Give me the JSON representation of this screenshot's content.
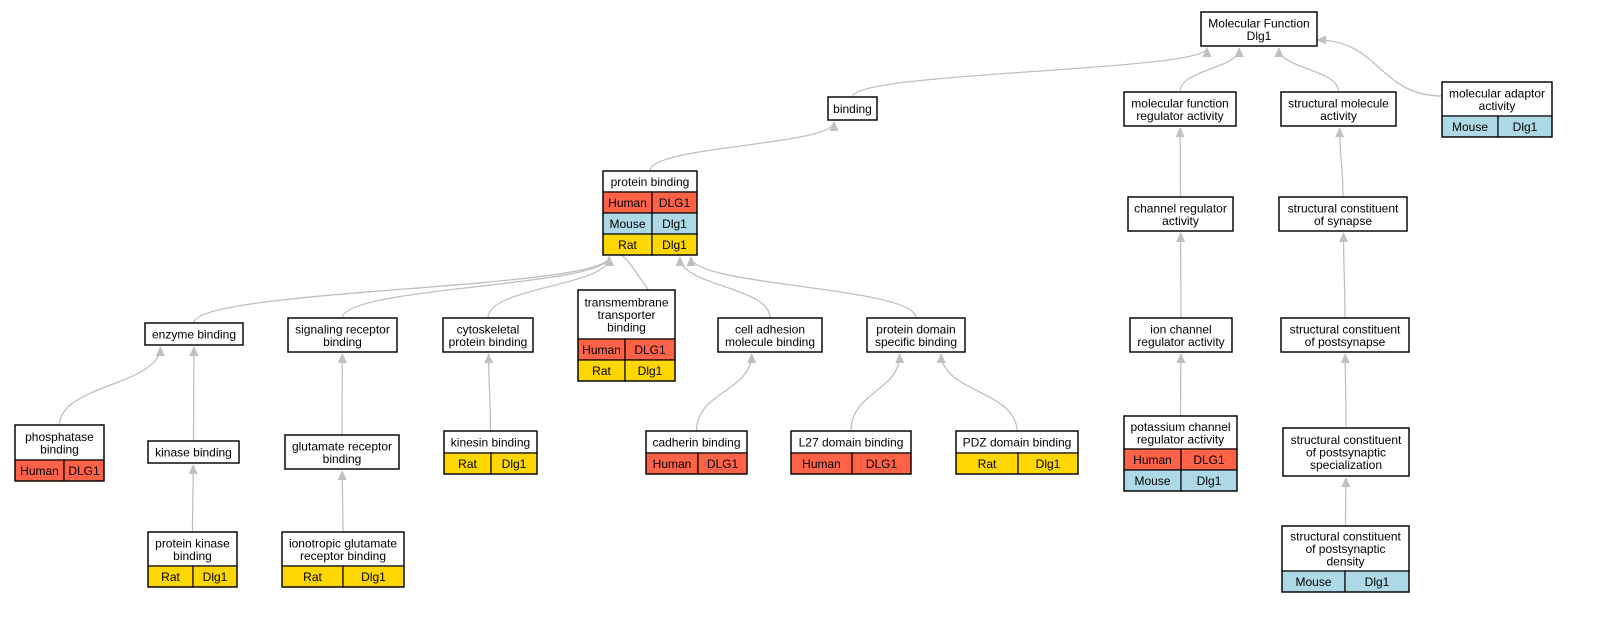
{
  "colors": {
    "human": "#ff6347",
    "mouse": "#add8e6",
    "rat": "#ffd700",
    "edge": "#c0c0c0",
    "border": "#000000",
    "background": "#ffffff"
  },
  "nodes": [
    {
      "id": "mf",
      "lines": [
        "Molecular Function",
        "Dlg1"
      ],
      "rows": []
    },
    {
      "id": "binding",
      "lines": [
        "binding"
      ],
      "rows": []
    },
    {
      "id": "mfra",
      "lines": [
        "molecular function",
        "regulator activity"
      ],
      "rows": []
    },
    {
      "id": "sma",
      "lines": [
        "structural molecule",
        "activity"
      ],
      "rows": []
    },
    {
      "id": "maa",
      "lines": [
        "molecular adaptor",
        "activity"
      ],
      "rows": [
        [
          "Mouse",
          "Dlg1"
        ]
      ]
    },
    {
      "id": "pb",
      "lines": [
        "protein binding"
      ],
      "rows": [
        [
          "Human",
          "DLG1"
        ],
        [
          "Mouse",
          "Dlg1"
        ],
        [
          "Rat",
          "Dlg1"
        ]
      ]
    },
    {
      "id": "cra",
      "lines": [
        "channel regulator",
        "activity"
      ],
      "rows": []
    },
    {
      "id": "scs",
      "lines": [
        "structural constituent",
        "of synapse"
      ],
      "rows": []
    },
    {
      "id": "eb",
      "lines": [
        "enzyme binding"
      ],
      "rows": []
    },
    {
      "id": "srb",
      "lines": [
        "signaling receptor",
        "binding"
      ],
      "rows": []
    },
    {
      "id": "cpb",
      "lines": [
        "cytoskeletal",
        "protein binding"
      ],
      "rows": []
    },
    {
      "id": "ttb",
      "lines": [
        "transmembrane",
        "transporter",
        "binding"
      ],
      "rows": [
        [
          "Human",
          "DLG1"
        ],
        [
          "Rat",
          "Dlg1"
        ]
      ]
    },
    {
      "id": "camb",
      "lines": [
        "cell adhesion",
        "molecule binding"
      ],
      "rows": []
    },
    {
      "id": "pdsb",
      "lines": [
        "protein domain",
        "specific binding"
      ],
      "rows": []
    },
    {
      "id": "icra",
      "lines": [
        "ion channel",
        "regulator activity"
      ],
      "rows": []
    },
    {
      "id": "scp",
      "lines": [
        "structural constituent",
        "of postsynapse"
      ],
      "rows": []
    },
    {
      "id": "phb",
      "lines": [
        "phosphatase",
        "binding"
      ],
      "rows": [
        [
          "Human",
          "DLG1"
        ]
      ]
    },
    {
      "id": "kb",
      "lines": [
        "kinase binding"
      ],
      "rows": []
    },
    {
      "id": "grb",
      "lines": [
        "glutamate receptor",
        "binding"
      ],
      "rows": []
    },
    {
      "id": "kib",
      "lines": [
        "kinesin binding"
      ],
      "rows": [
        [
          "Rat",
          "Dlg1"
        ]
      ]
    },
    {
      "id": "cb",
      "lines": [
        "cadherin binding"
      ],
      "rows": [
        [
          "Human",
          "DLG1"
        ]
      ]
    },
    {
      "id": "l27",
      "lines": [
        "L27 domain binding"
      ],
      "rows": [
        [
          "Human",
          "DLG1"
        ]
      ]
    },
    {
      "id": "pdz",
      "lines": [
        "PDZ domain binding"
      ],
      "rows": [
        [
          "Rat",
          "Dlg1"
        ]
      ]
    },
    {
      "id": "kcra",
      "lines": [
        "potassium channel",
        "regulator activity"
      ],
      "rows": [
        [
          "Human",
          "DLG1"
        ],
        [
          "Mouse",
          "Dlg1"
        ]
      ]
    },
    {
      "id": "scps",
      "lines": [
        "structural constituent",
        "of postsynaptic",
        "specialization"
      ],
      "rows": []
    },
    {
      "id": "pkb",
      "lines": [
        "protein kinase",
        "binding"
      ],
      "rows": [
        [
          "Rat",
          "Dlg1"
        ]
      ]
    },
    {
      "id": "igrb",
      "lines": [
        "ionotropic glutamate",
        "receptor binding"
      ],
      "rows": [
        [
          "Rat",
          "Dlg1"
        ]
      ]
    },
    {
      "id": "scpd",
      "lines": [
        "structural constituent",
        "of postsynaptic",
        "density"
      ],
      "rows": [
        [
          "Mouse",
          "Dlg1"
        ]
      ]
    }
  ],
  "edges": [
    [
      "binding",
      "mf"
    ],
    [
      "mfra",
      "mf"
    ],
    [
      "sma",
      "mf"
    ],
    [
      "maa",
      "mf"
    ],
    [
      "pb",
      "binding"
    ],
    [
      "cra",
      "mfra"
    ],
    [
      "scs",
      "sma"
    ],
    [
      "eb",
      "pb"
    ],
    [
      "srb",
      "pb"
    ],
    [
      "cpb",
      "pb"
    ],
    [
      "ttb",
      "pb"
    ],
    [
      "camb",
      "pb"
    ],
    [
      "pdsb",
      "pb"
    ],
    [
      "icra",
      "cra"
    ],
    [
      "scp",
      "scs"
    ],
    [
      "phb",
      "eb"
    ],
    [
      "kb",
      "eb"
    ],
    [
      "grb",
      "srb"
    ],
    [
      "kib",
      "cpb"
    ],
    [
      "cb",
      "camb"
    ],
    [
      "l27",
      "pdsb"
    ],
    [
      "pdz",
      "pdsb"
    ],
    [
      "kcra",
      "icra"
    ],
    [
      "scps",
      "scp"
    ],
    [
      "pkb",
      "kb"
    ],
    [
      "igrb",
      "grb"
    ],
    [
      "scpd",
      "scps"
    ]
  ]
}
